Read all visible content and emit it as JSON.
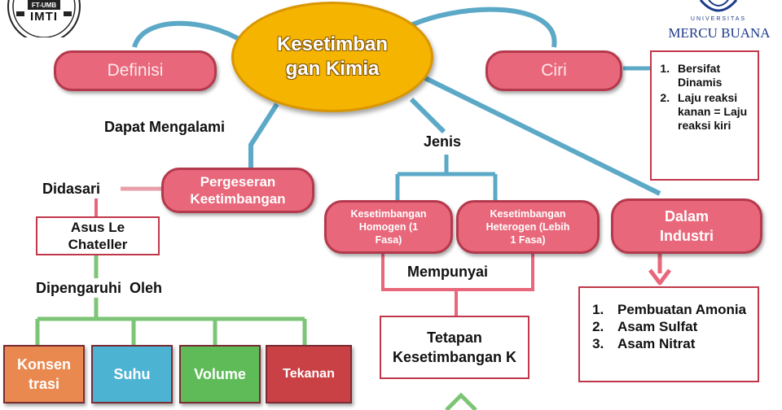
{
  "colors": {
    "center_fill": "#f4b400",
    "pill_fill": "#e8677a",
    "connector": "#5ba9c7",
    "green_line": "#7cc576",
    "orange_tile": "#e9894f",
    "blue_tile": "#4db3d3",
    "green_tile": "#5ebb58",
    "red_tile": "#c94045"
  },
  "logos": {
    "left_logo_text": "IMTI",
    "left_logo_sub": "FT-UMB",
    "right_logo_top": "UNIVERSITAS",
    "right_logo_main": "MERCU BUANA"
  },
  "center": {
    "line1": "Kesetimban",
    "line2": "gan Kimia"
  },
  "definisi": "Definisi",
  "ciri": "Ciri",
  "ciri_list": [
    "Bersifat Dinamis",
    "Laju reaksi kanan = Laju reaksi kiri"
  ],
  "dapat_mengalami": "Dapat Mengalami",
  "pergeseran": {
    "line1": "Pergeseran",
    "line2": "Keetimbangan"
  },
  "didasari": "Didasari",
  "asus": {
    "line1": "Asus Le",
    "line2": "Chateller"
  },
  "dipengaruhi": "Dipengaruhi  Oleh",
  "factors": [
    {
      "line1": "Konsen",
      "line2": "trasi"
    },
    {
      "line1": "Suhu",
      "line2": ""
    },
    {
      "line1": "Volume",
      "line2": ""
    },
    {
      "line1": "Tekanan",
      "line2": ""
    }
  ],
  "jenis": "Jenis",
  "homogen": {
    "line1": "Kesetimbangan",
    "line2": "Homogen (1",
    "line3": "Fasa)"
  },
  "heterogen": {
    "line1": "Kesetimbangan",
    "line2": "Heterogen (Lebih",
    "line3": "1 Fasa)"
  },
  "mempunyai": "Mempunyai",
  "tetapan": {
    "line1": "Tetapan",
    "line2": "Kesetimbangan K"
  },
  "industri": {
    "line1": "Dalam",
    "line2": "Industri"
  },
  "industri_list": [
    "Pembuatan Amonia",
    "Asam Sulfat",
    "Asam Nitrat"
  ]
}
